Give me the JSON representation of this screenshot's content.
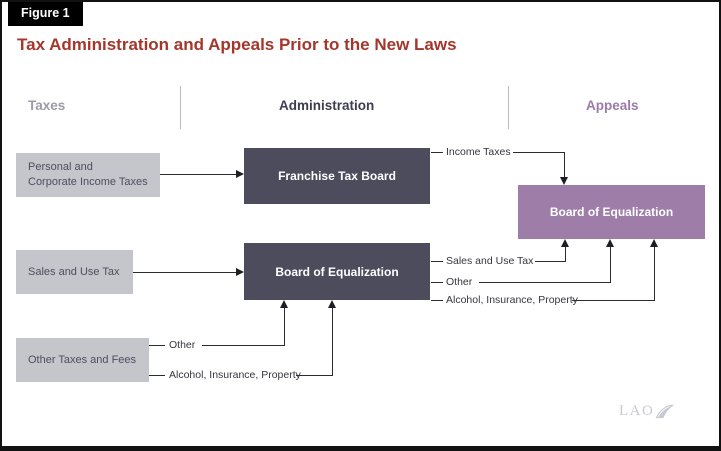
{
  "figure_label": "Figure 1",
  "title": "Tax Administration and Appeals Prior to the New Laws",
  "columns": {
    "taxes": "Taxes",
    "administration": "Administration",
    "appeals": "Appeals"
  },
  "tax_boxes": [
    {
      "lines": [
        "Personal and",
        "Corporate Income Taxes"
      ]
    },
    {
      "lines": [
        "Sales and Use Tax"
      ]
    },
    {
      "lines": [
        "Other Taxes and Fees"
      ]
    }
  ],
  "administration_boxes": [
    {
      "label": "Franchise Tax Board"
    },
    {
      "label": "Board of Equalization"
    }
  ],
  "appeals_boxes": [
    {
      "label": "Board of Equalization"
    }
  ],
  "flow_labels": {
    "income_taxes": "Income Taxes",
    "sales_and_use_tax": "Sales and Use Tax",
    "other_to_appeals": "Other",
    "alcohol_to_appeals": "Alcohol, Insurance, Property",
    "other_to_boe": "Other",
    "alcohol_to_boe": "Alcohol, Insurance, Property"
  },
  "logo": {
    "text": "LAO"
  },
  "colors": {
    "title_red": "#a4362b",
    "tax_box_fill": "#c5c5cc",
    "admin_box_fill": "#4c4c5d",
    "appeals_box_fill": "#9e7ea9",
    "taxes_header": "#9b9ba5",
    "administration_header": "#3d3d4f",
    "appeals_header": "#9c7bab",
    "connector": "#2b2b30",
    "figure_label_bg": "#000000"
  }
}
